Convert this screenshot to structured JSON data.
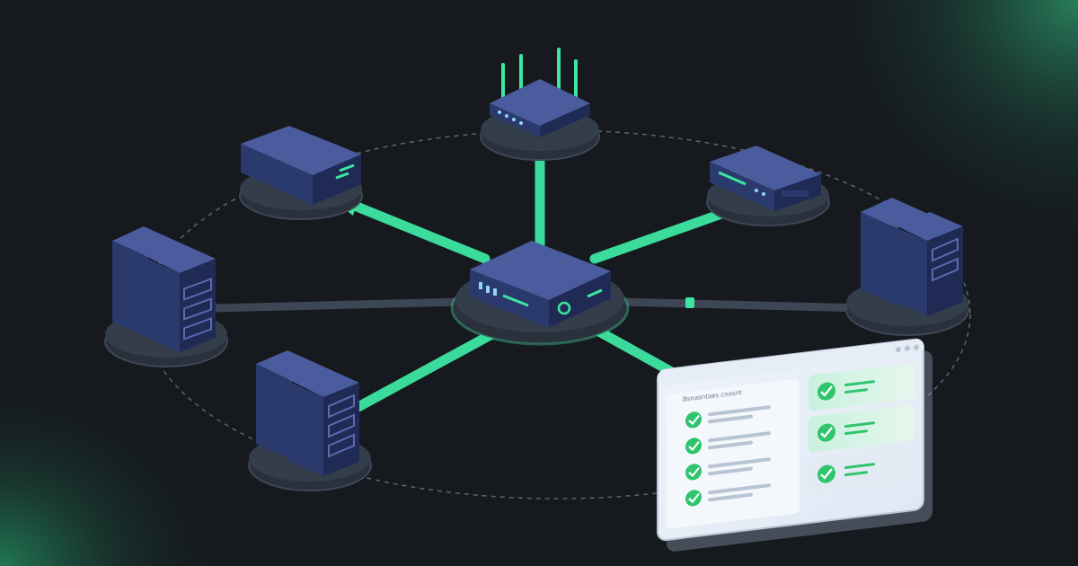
{
  "panel": {
    "header_text": "Bsnasntaes cnosnt",
    "left_list_rows": 4,
    "right_list_rows": 3,
    "status": "all-checks-passed"
  },
  "colors": {
    "background": "#16191e",
    "accent_green": "#3ee6a3",
    "device_blue": "#33447e",
    "check_green": "#2fc56d"
  },
  "icons": [
    "router-icon",
    "hub-switch-icon",
    "server-tower-icon",
    "network-appliance-icon",
    "checkmark-icon"
  ]
}
